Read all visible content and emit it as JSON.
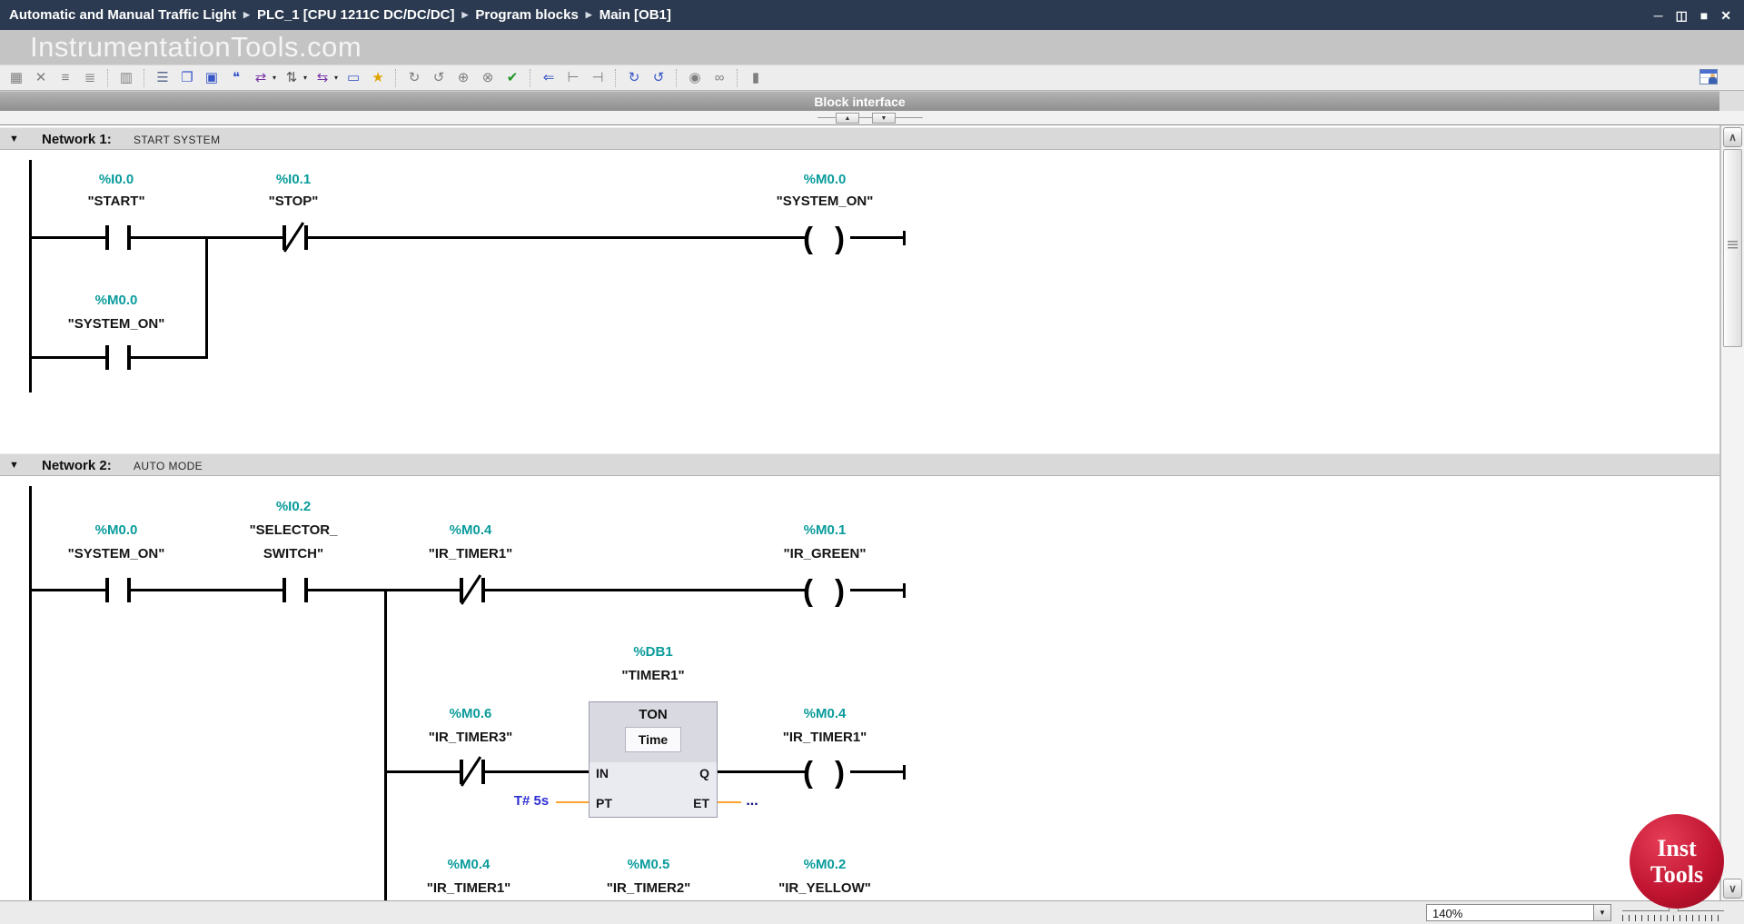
{
  "titlebar": {
    "breadcrumbs": [
      "Automatic and Manual Traffic Light",
      "PLC_1 [CPU 1211C DC/DC/DC]",
      "Program blocks",
      "Main [OB1]"
    ],
    "separator": "▶",
    "window_controls": {
      "minimize": "─",
      "dock": "◫",
      "maximize": "■",
      "close": "✕"
    }
  },
  "watermark": "InstrumentationTools.com",
  "toolbar": {
    "caret": "▾",
    "icons": [
      {
        "name": "insert-network-icon",
        "glyph": "▦"
      },
      {
        "name": "delete-network-icon",
        "glyph": "✕"
      },
      {
        "name": "insert-empty-line-icon",
        "glyph": "≡"
      },
      {
        "name": "delete-empty-line-icon",
        "glyph": "≣"
      },
      {
        "name": "keep-actual-values-icon",
        "glyph": "▥"
      },
      {
        "name": "absolute-operands-icon",
        "glyph": "☰"
      },
      {
        "name": "expand-networks-icon",
        "glyph": "❐"
      },
      {
        "name": "collapse-networks-icon",
        "glyph": "▣"
      },
      {
        "name": "network-comments-icon",
        "glyph": "❝"
      },
      {
        "name": "insert-branch-icon",
        "glyph": "⇄"
      },
      {
        "name": "insert-contact-icon",
        "glyph": "⇅"
      },
      {
        "name": "insert-coil-icon",
        "glyph": "⇆"
      },
      {
        "name": "empty-box-icon",
        "glyph": "▭"
      },
      {
        "name": "favorites-icon",
        "glyph": "★"
      },
      {
        "name": "update-block-calls-icon",
        "glyph": "↻"
      },
      {
        "name": "call-environment-icon",
        "glyph": "↺"
      },
      {
        "name": "expand-all-icon",
        "glyph": "⊕"
      },
      {
        "name": "collapse-all-icon",
        "glyph": "⊗"
      },
      {
        "name": "consistency-check-icon",
        "glyph": "✔"
      },
      {
        "name": "goto-definition-icon",
        "glyph": "⇐"
      },
      {
        "name": "goto-usage-icon",
        "glyph": "⊢"
      },
      {
        "name": "goto-next-point-icon",
        "glyph": "⊣"
      },
      {
        "name": "go-online-icon",
        "glyph": "↻"
      },
      {
        "name": "go-offline-icon",
        "glyph": "↺"
      },
      {
        "name": "monitor-selection-icon",
        "glyph": "◉"
      },
      {
        "name": "monitoring-onoff-icon",
        "glyph": "∞"
      },
      {
        "name": "know-how-protection-icon",
        "glyph": "▮"
      }
    ]
  },
  "block_interface": {
    "label": "Block interface",
    "collapse_up": "▲",
    "collapse_down": "▼"
  },
  "symbols": {
    "coil_open": "(",
    "coil_close": ")"
  },
  "networks": [
    {
      "collapse": "▼",
      "title": "Network 1:",
      "comment": "START SYSTEM",
      "tags": {
        "start_addr": "%I0.0",
        "start_name": "\"START\"",
        "stop_addr": "%I0.1",
        "stop_name": "\"STOP\"",
        "coil_addr": "%M0.0",
        "coil_name": "\"SYSTEM_ON\"",
        "seal_addr": "%M0.0",
        "seal_name": "\"SYSTEM_ON\""
      }
    },
    {
      "collapse": "▼",
      "title": "Network 2:",
      "comment": "AUTO MODE",
      "tags": {
        "c1_addr": "%M0.0",
        "c1_name": "\"SYSTEM_ON\"",
        "c2_addr": "%I0.2",
        "c2_name1": "\"SELECTOR_",
        "c2_name2": "SWITCH\"",
        "c3_addr": "%M0.4",
        "c3_name": "\"IR_TIMER1\"",
        "coil1_addr": "%M0.1",
        "coil1_name": "\"IR_GREEN\"",
        "tcontact_addr": "%M0.6",
        "tcontact_name": "\"IR_TIMER3\"",
        "db_addr": "%DB1",
        "db_name": "\"TIMER1\"",
        "box_type": "TON",
        "box_subtype": "Time",
        "pin_in": "IN",
        "pin_q": "Q",
        "pin_pt": "PT",
        "pin_et": "ET",
        "pt_value": "T# 5s",
        "et_value": "...",
        "coil2_addr": "%M0.4",
        "coil2_name": "\"IR_TIMER1\"",
        "b1_addr": "%M0.4",
        "b1_name": "\"IR_TIMER1\"",
        "b2_addr": "%M0.5",
        "b2_name": "\"IR_TIMER2\"",
        "b3_addr": "%M0.2",
        "b3_name": "\"IR_YELLOW\""
      }
    }
  ],
  "statusbar": {
    "zoom_value": "140%",
    "zoom_dropdown": "▼"
  },
  "scrollbar": {
    "up": "∧",
    "down": "∨"
  },
  "logo": {
    "line1": "Inst",
    "line2": "Tools"
  }
}
